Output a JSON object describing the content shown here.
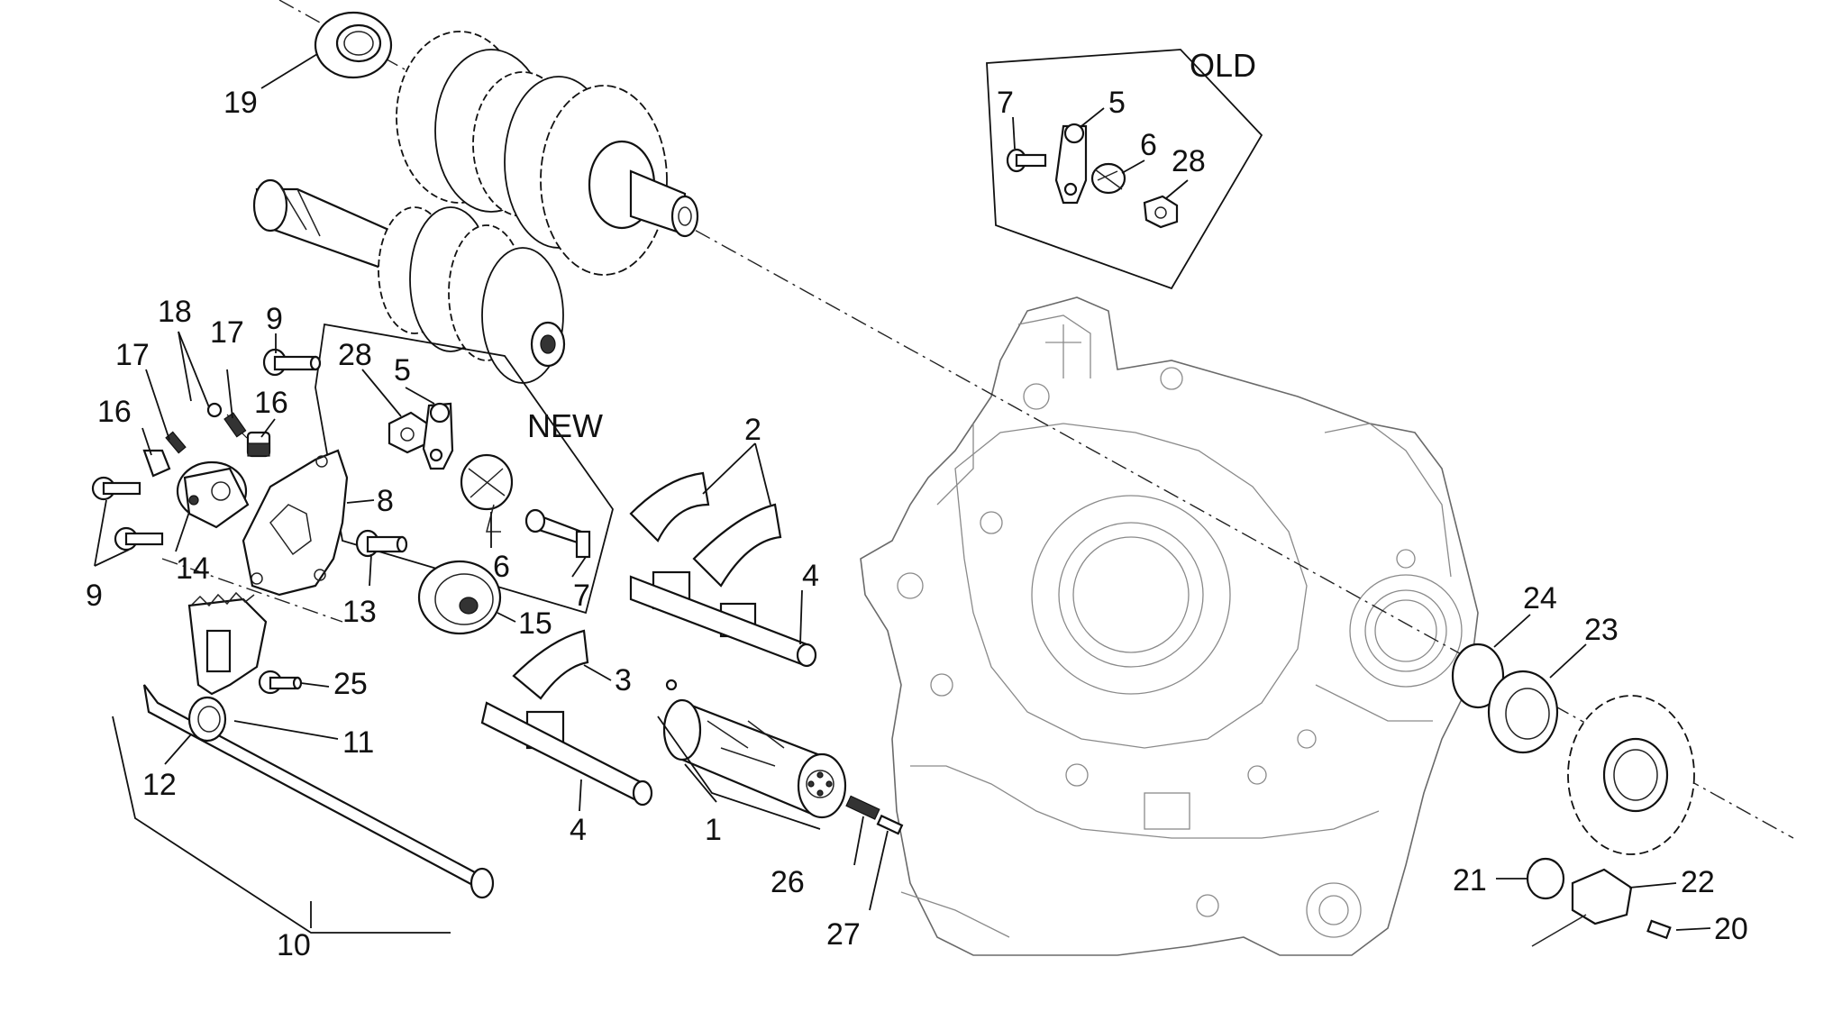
{
  "diagram": {
    "group_labels": {
      "old": "OLD",
      "new": "NEW"
    },
    "callouts": [
      {
        "id": "c19",
        "text": "19"
      },
      {
        "id": "c18",
        "text": "18"
      },
      {
        "id": "c17a",
        "text": "17"
      },
      {
        "id": "c17b",
        "text": "17"
      },
      {
        "id": "c9a",
        "text": "9"
      },
      {
        "id": "c16a",
        "text": "16"
      },
      {
        "id": "c16b",
        "text": "16"
      },
      {
        "id": "c28new",
        "text": "28"
      },
      {
        "id": "c5new",
        "text": "5"
      },
      {
        "id": "c8",
        "text": "8"
      },
      {
        "id": "c14",
        "text": "14"
      },
      {
        "id": "c9b",
        "text": "9"
      },
      {
        "id": "c13",
        "text": "13"
      },
      {
        "id": "c6new",
        "text": "6"
      },
      {
        "id": "c7new",
        "text": "7"
      },
      {
        "id": "c15",
        "text": "15"
      },
      {
        "id": "c2",
        "text": "2"
      },
      {
        "id": "c4a",
        "text": "4"
      },
      {
        "id": "c3",
        "text": "3"
      },
      {
        "id": "c4b",
        "text": "4"
      },
      {
        "id": "c1",
        "text": "1"
      },
      {
        "id": "c25",
        "text": "25"
      },
      {
        "id": "c11",
        "text": "11"
      },
      {
        "id": "c12",
        "text": "12"
      },
      {
        "id": "c10",
        "text": "10"
      },
      {
        "id": "c26",
        "text": "26"
      },
      {
        "id": "c27",
        "text": "27"
      },
      {
        "id": "c7old",
        "text": "7"
      },
      {
        "id": "c5old",
        "text": "5"
      },
      {
        "id": "c6old",
        "text": "6"
      },
      {
        "id": "c28old",
        "text": "28"
      },
      {
        "id": "c24",
        "text": "24"
      },
      {
        "id": "c23",
        "text": "23"
      },
      {
        "id": "c21",
        "text": "21"
      },
      {
        "id": "c22",
        "text": "22"
      },
      {
        "id": "c20",
        "text": "20"
      }
    ]
  }
}
